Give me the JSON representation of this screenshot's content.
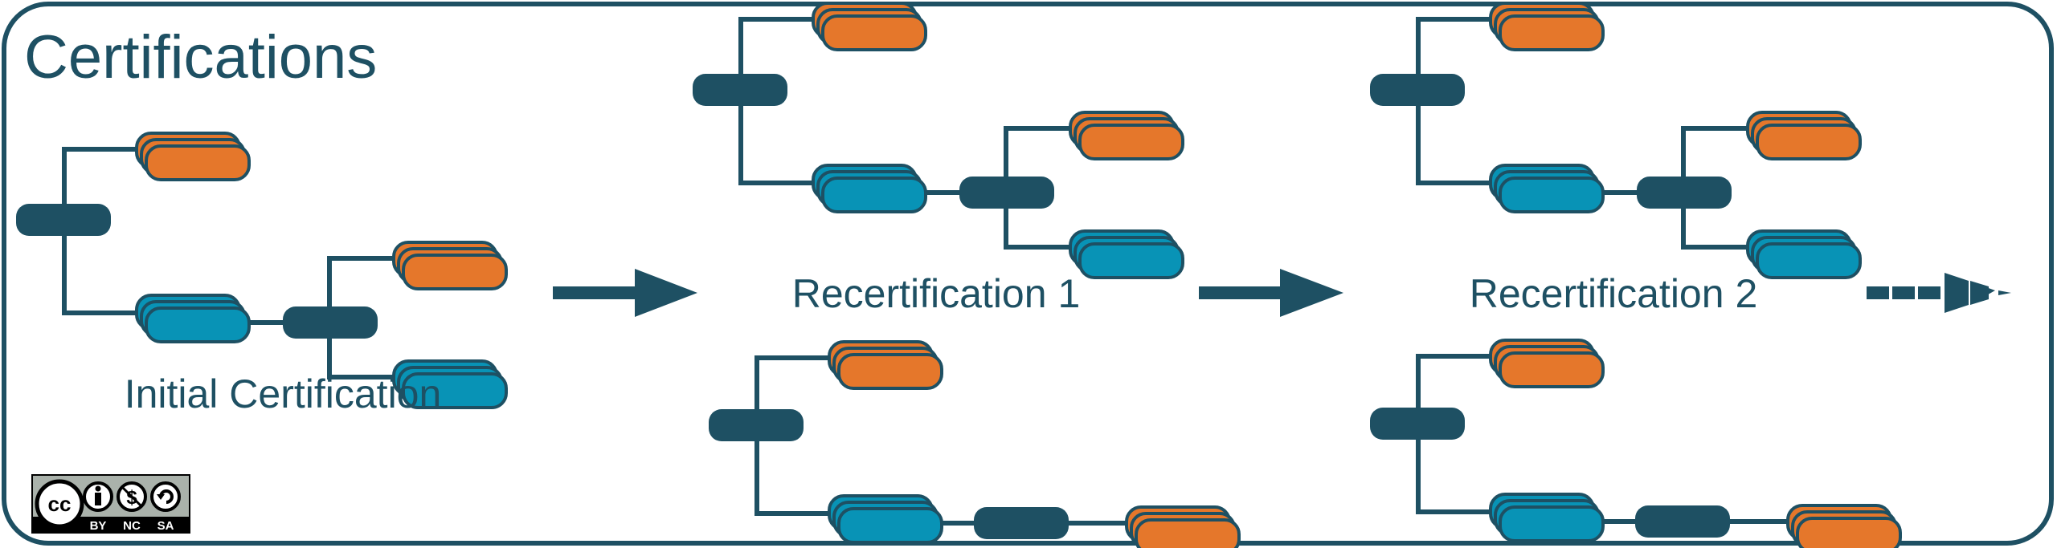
{
  "title": "Certifications",
  "colors": {
    "dark": "#1E5063",
    "orange": "#E5772B",
    "blue": "#0893B6",
    "border": "#1E5063",
    "background": "#FFFFFF"
  },
  "stages": [
    {
      "label": "Initial Certification",
      "trees": 1
    },
    {
      "label": "Recertification 1",
      "trees": 2
    },
    {
      "label": "Recertification 2",
      "trees": 2
    }
  ],
  "arrows": [
    {
      "from": "Initial Certification",
      "to": "Recertification 1",
      "style": "solid"
    },
    {
      "from": "Recertification 1",
      "to": "Recertification 2",
      "style": "solid"
    },
    {
      "from": "Recertification 2",
      "to": "continuation",
      "style": "dashed"
    }
  ],
  "license": {
    "icons": [
      "cc-icon",
      "by-icon",
      "nc-icon",
      "sa-icon"
    ],
    "cc_text": "cc",
    "labels": [
      "BY",
      "NC",
      "SA"
    ]
  }
}
